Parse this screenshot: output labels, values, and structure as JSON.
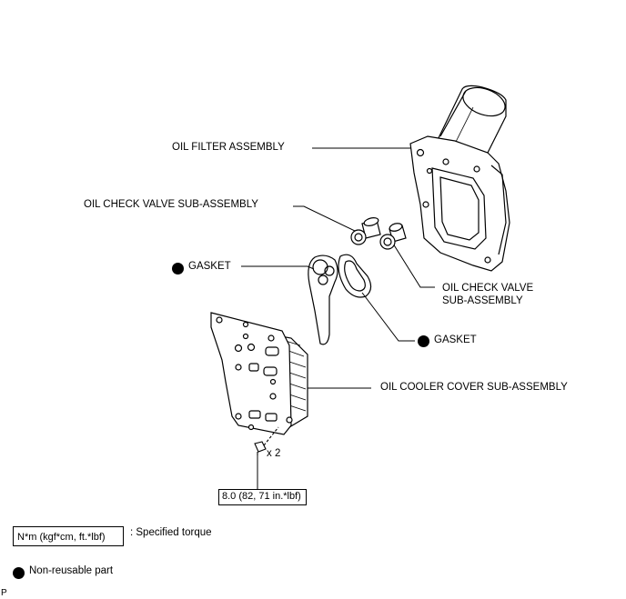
{
  "labels": {
    "oil_filter_assembly": "OIL FILTER ASSEMBLY",
    "oil_check_valve_left": "OIL CHECK VALVE SUB-ASSEMBLY",
    "gasket_left": "GASKET",
    "oil_check_valve_right_line1": "OIL CHECK VALVE",
    "oil_check_valve_right_line2": "SUB-ASSEMBLY",
    "gasket_right": "GASKET",
    "oil_cooler_cover": "OIL COOLER COVER SUB-ASSEMBLY",
    "bolt_qty": "x 2",
    "torque_value": "8.0 (82, 71 in.*lbf)"
  },
  "legend": {
    "torque_box": "N*m (kgf*cm, ft.*lbf)",
    "torque_desc": ": Specified torque",
    "nonreusable_desc": "Non-reusable part"
  },
  "corner_mark": "P"
}
